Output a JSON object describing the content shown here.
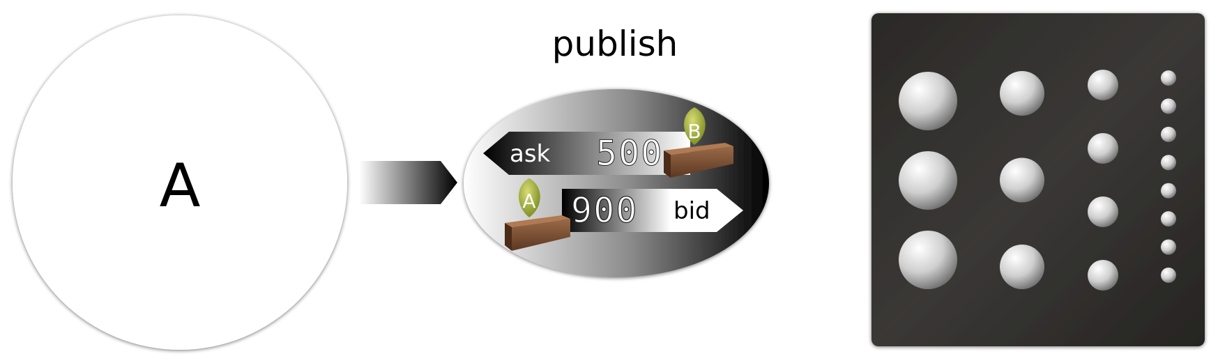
{
  "party": {
    "label": "A"
  },
  "message": {
    "title": "publish",
    "ask": {
      "label": "ask",
      "amount": "500",
      "owner": "B"
    },
    "bid": {
      "label": "bid",
      "amount": "900",
      "owner": "A"
    }
  },
  "orderbook": {
    "columns": [
      3,
      3,
      4,
      8
    ]
  }
}
